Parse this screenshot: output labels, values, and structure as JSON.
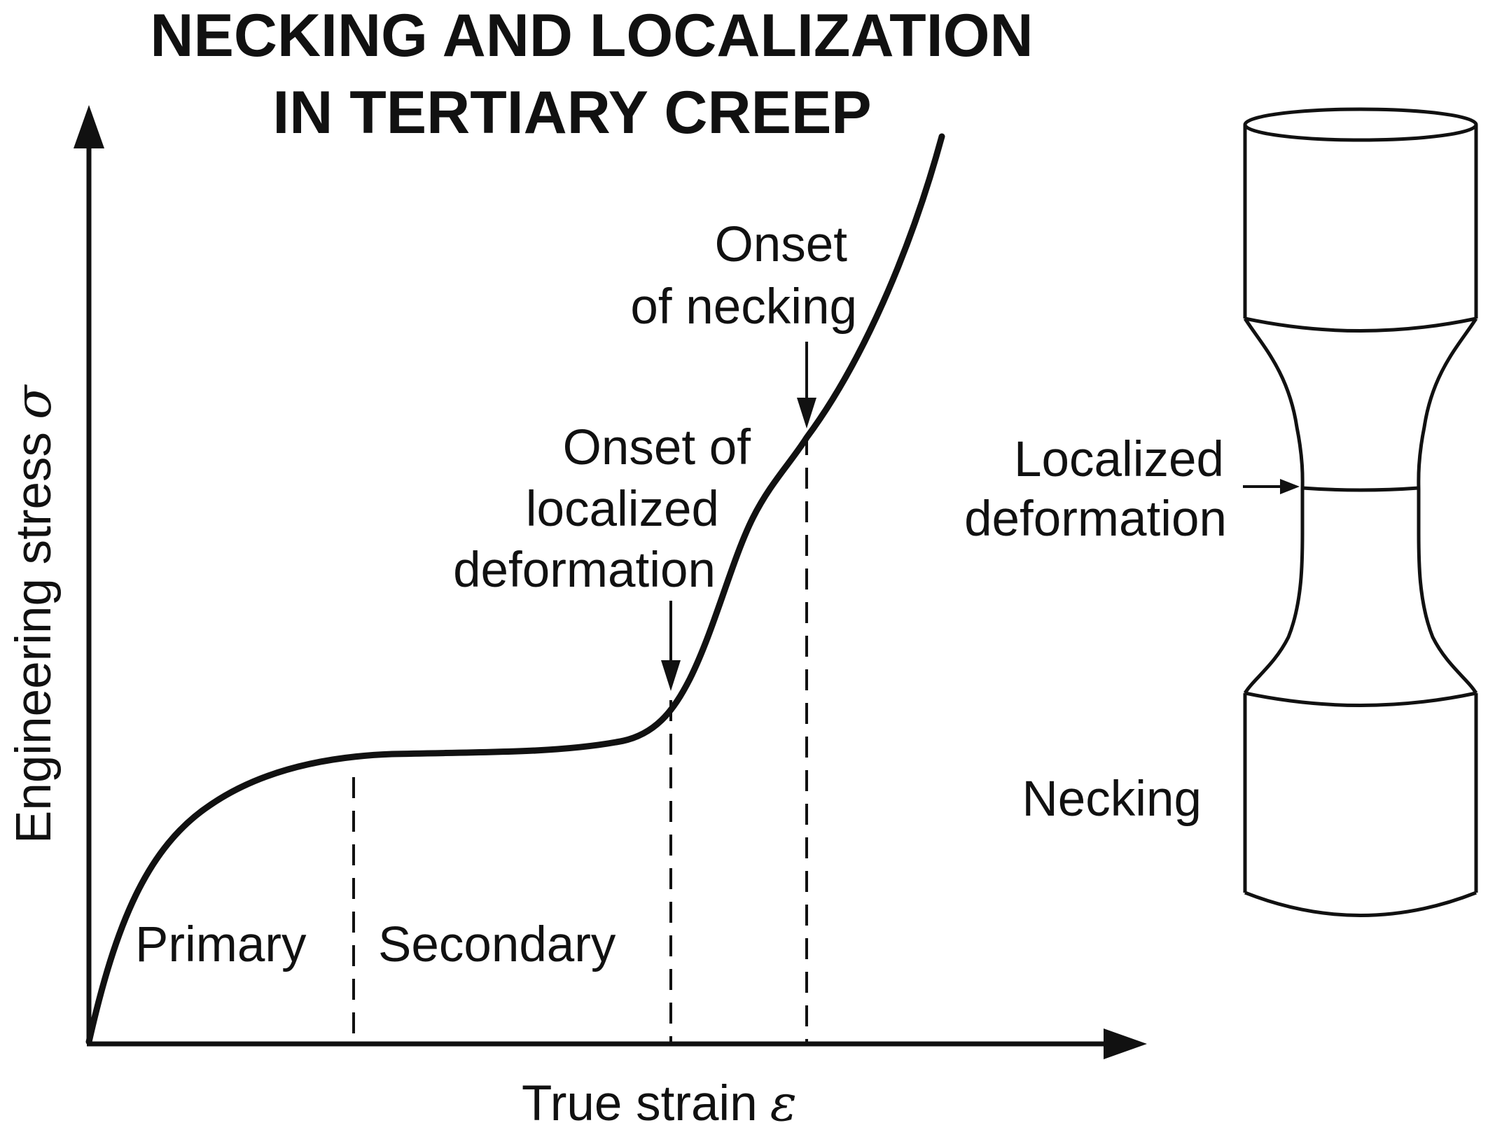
{
  "title": {
    "line1": "NECKING AND LOCALIZATION",
    "line2": "IN TERTIARY CREEP"
  },
  "axes": {
    "y_label": "Engineering stress",
    "y_symbol": "σ",
    "x_label": "True strain",
    "x_symbol": "ε"
  },
  "regions": {
    "primary": "Primary",
    "secondary": "Secondary"
  },
  "annotations": {
    "necking_onset": [
      "Onset",
      "of necking"
    ],
    "localization_onset": [
      "Onset of",
      "localized",
      "deformation"
    ]
  },
  "specimen": {
    "localized_label": [
      "Localized",
      "deformation"
    ],
    "necking_label": "Necking"
  },
  "colors": {
    "ink": "#111111",
    "background": "#ffffff"
  }
}
